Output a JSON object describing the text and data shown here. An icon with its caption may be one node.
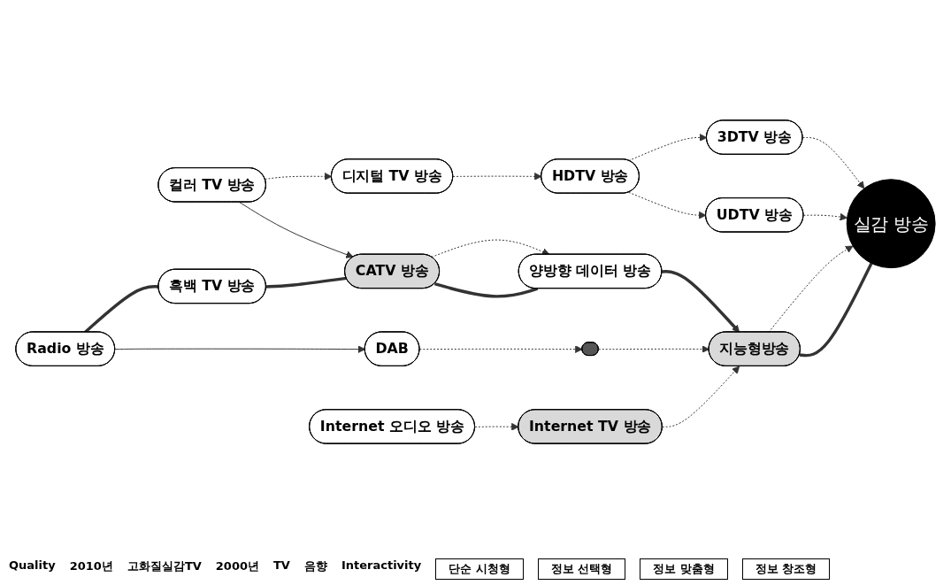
{
  "diagram": {
    "nodes": [
      {
        "text": [
          "UDTV 방송"
        ]
      },
      {
        "text": [
          "3DTV 방송"
        ]
      },
      {
        "text": [
          "실감 방송"
        ]
      },
      {
        "text": [
          "HDTV 방송"
        ]
      },
      {
        "text": [
          "지능형방송"
        ]
      },
      {
        "text": [
          "디지털 TV 방송"
        ]
      },
      {
        "text": [
          "양방향 데이터 방송"
        ]
      },
      {
        "text": [
          "컬러 TV 방송"
        ]
      },
      {
        "text": [
          "CATV 방송"
        ]
      },
      {
        "text": [
          "흑백 TV 방송"
        ]
      },
      {
        "text": [],
        "shape": "ellipse"
      },
      {
        "text": [
          "Internet TV 방송"
        ]
      },
      {
        "text": [
          "Radio 방송"
        ]
      },
      {
        "text": [
          "DAB"
        ]
      },
      {
        "text": [
          "Internet 오디오 방송"
        ]
      }
    ],
    "edges": [
      {
        "from": 12,
        "to": 13,
        "arrow": "to"
      },
      {
        "from": 12,
        "to": 9,
        "arrow": "none",
        "style": "thick"
      },
      {
        "from": 9,
        "to": 8,
        "arrow": "none",
        "style": "thick"
      },
      {
        "from": 7,
        "to": 8,
        "arrow": "to"
      },
      {
        "from": 7,
        "to": 5,
        "arrow": "to",
        "style": "dashed"
      },
      {
        "from": 5,
        "to": 3,
        "arrow": "to",
        "style": "dashed"
      },
      {
        "from": 3,
        "to": 0,
        "arrow": "to",
        "style": "dashed"
      },
      {
        "from": 3,
        "to": 1,
        "arrow": "to",
        "style": "dashed"
      },
      {
        "from": 0,
        "to": 2,
        "arrow": "to",
        "style": "dashed"
      },
      {
        "from": 1,
        "to": 2,
        "arrow": "to",
        "style": "dashed"
      },
      {
        "from": 8,
        "to": 6,
        "arrow": "none",
        "style": "thick"
      },
      {
        "from": 8,
        "to": 6,
        "arrow": "to",
        "style": "dashed"
      },
      {
        "from": 6,
        "to": 4,
        "arrow": "to",
        "style": "thick"
      },
      {
        "from": 4,
        "to": 2,
        "arrow": "none",
        "style": "thick"
      },
      {
        "from": 4,
        "to": 2,
        "arrow": "to",
        "style": "dashed"
      },
      {
        "from": 13,
        "to": 10,
        "arrow": "to",
        "style": "dashed"
      },
      {
        "from": 10,
        "to": 4,
        "arrow": "to",
        "style": "dashed"
      },
      {
        "from": 14,
        "to": 11,
        "arrow": "to",
        "style": "dashed"
      },
      {
        "from": 11,
        "to": 4,
        "arrow": "to",
        "style": "dashed"
      }
    ],
    "labels": [
      "Quality",
      "2010년",
      "고화질실감TV",
      "2000년",
      "TV",
      "음향",
      "Interactivity",
      "단순 시청형",
      "정보 선택형",
      "정보 맞춤형",
      "정보 창조형"
    ]
  }
}
